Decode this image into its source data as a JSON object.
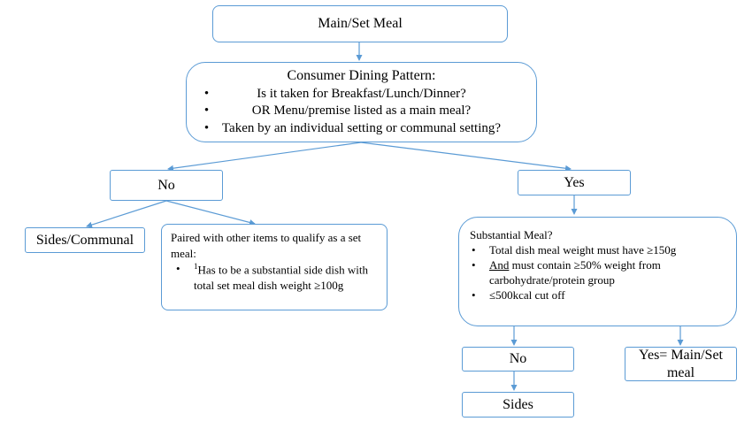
{
  "colors": {
    "line": "#5b9bd5",
    "text": "#000000",
    "background": "#ffffff"
  },
  "nodes": {
    "main_set_meal": {
      "label": "Main/Set Meal"
    },
    "dining_pattern": {
      "title": "Consumer Dining Pattern:",
      "bullets": [
        "Is it taken for Breakfast/Lunch/Dinner?",
        "OR Menu/premise listed as a main meal?",
        "Taken by an individual setting or communal setting?"
      ]
    },
    "no_left": {
      "label": "No"
    },
    "yes_right": {
      "label": "Yes"
    },
    "sides_communal": {
      "label": "Sides/Communal"
    },
    "paired": {
      "text": "Paired with other items to qualify as a set meal:",
      "bullet_sup": "1",
      "bullet": "Has to be a substantial side dish with total set meal dish weight ≥100g"
    },
    "substantial": {
      "title": "Substantial Meal?",
      "bullet1": "Total dish meal weight must have ≥150g",
      "bullet2_underlined": "And",
      "bullet2_rest": " must contain ≥50% weight from carbohydrate/protein group",
      "bullet3": "≤500kcal cut off"
    },
    "no_bottom": {
      "label": "No"
    },
    "yes_main": {
      "label": "Yes= Main/Set meal"
    },
    "sides": {
      "label": "Sides"
    }
  }
}
